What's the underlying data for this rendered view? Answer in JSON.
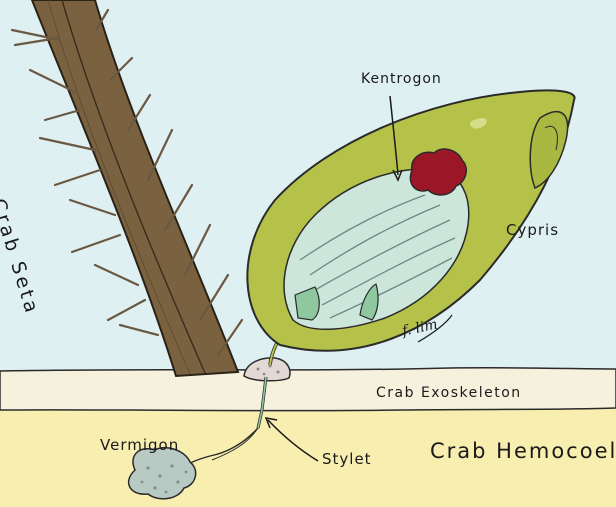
{
  "labels": {
    "crab_seta": "Crab Seta",
    "kentrogon": "Kentrogon",
    "cypris": "Cypris",
    "crab_exoskeleton": "Crab Exoskeleton",
    "vermigon": "Vermigon",
    "stylet": "Stylet",
    "crab_hemocoel": "Crab Hemocoel"
  },
  "signature": "f. lim",
  "colors": {
    "water": "#dff0f3",
    "hemocoel": "#f8eeb0",
    "exoskeleton": "#f6f1dc",
    "seta": "#7a6240",
    "cypris_shell": "#b4c24a",
    "cypris_inner": "#cde6dc",
    "kentrogon": "#9b1627",
    "vermigon": "#b9c9c4",
    "attachment_disc": "#e2d9d4"
  }
}
